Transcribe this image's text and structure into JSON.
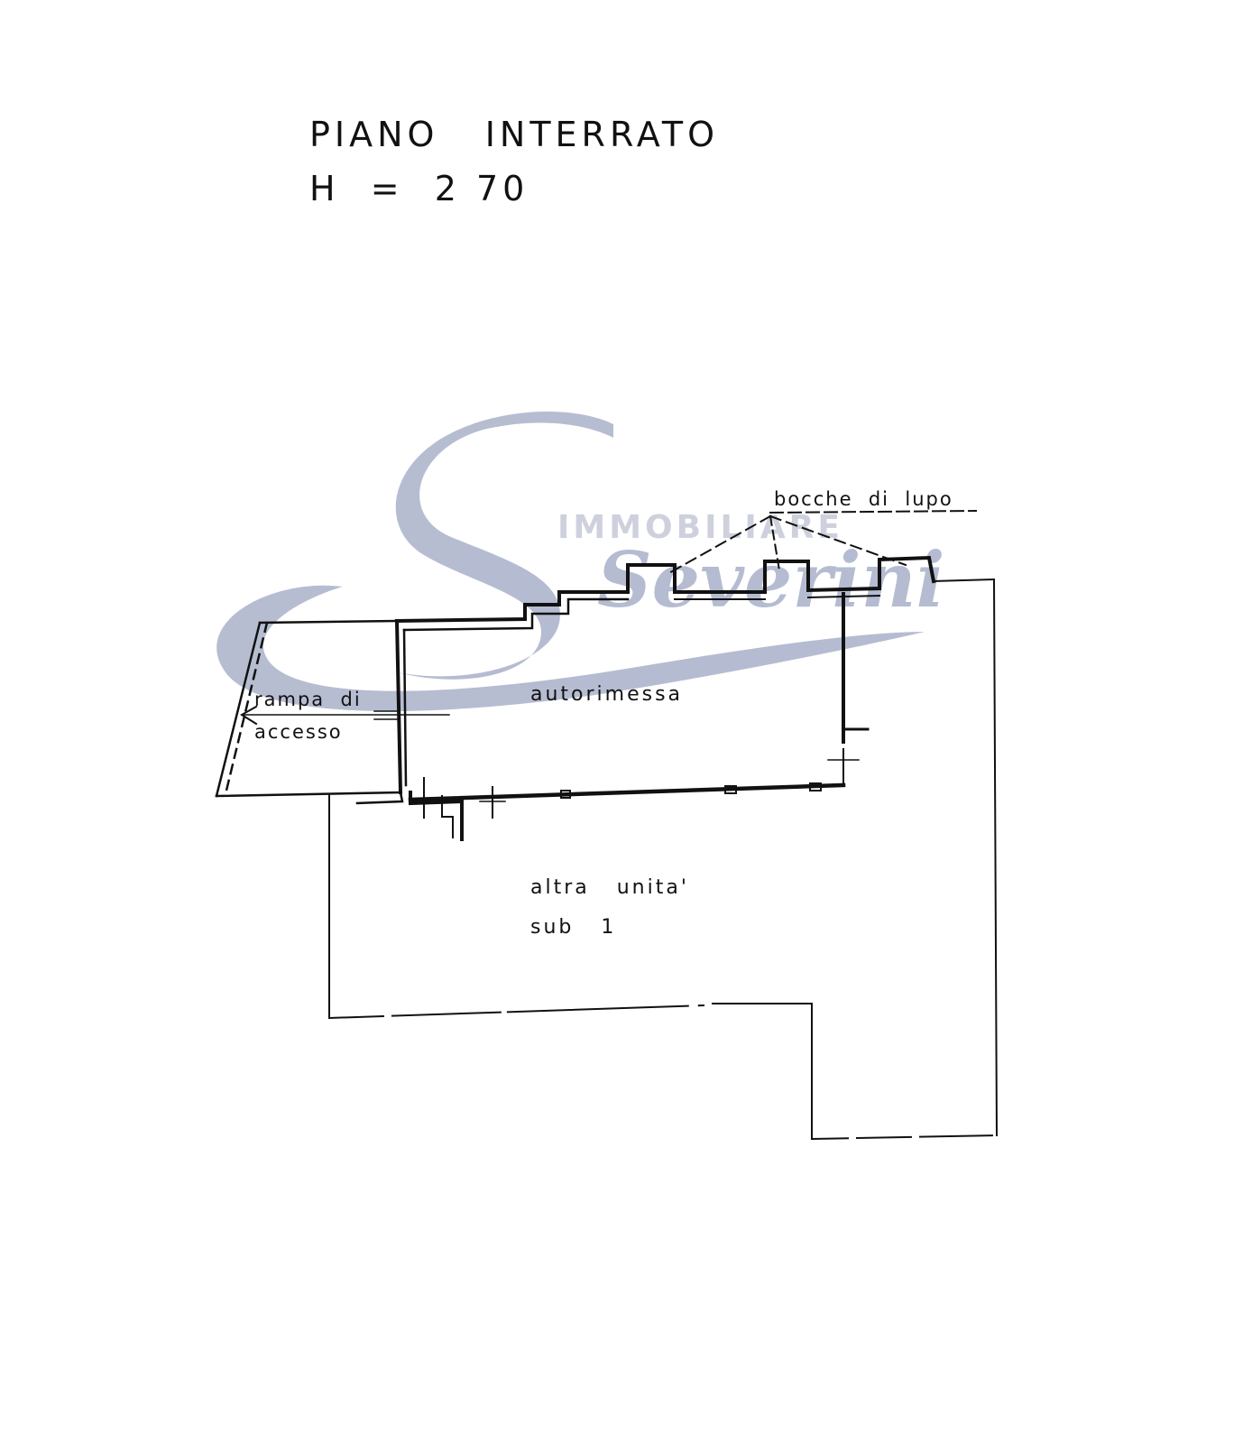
{
  "header": {
    "title": "PIANO   INTERRATO",
    "height_label": "H  =  2 70"
  },
  "rooms": {
    "garage": "autorimessa",
    "other_unit_line1": "altra   unita'",
    "other_unit_line2": "sub   1"
  },
  "annotations": {
    "ramp_line1": "rampa  di",
    "ramp_line2": "accesso",
    "light_wells": "bocche  di  lupo"
  },
  "watermark": {
    "subtitle": "IMMOBILIARE",
    "script": "Severini",
    "color": "#a9b1c9"
  },
  "colors": {
    "ink": "#111111",
    "paper": "#ffffff"
  }
}
